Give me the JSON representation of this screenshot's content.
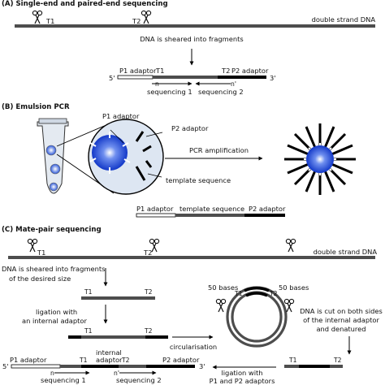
{
  "section_a": {
    "header": "(A) Single-end and paired-end sequencing",
    "t1": "T1",
    "t2": "T2",
    "dsdna": "double strand DNA",
    "sheared": "DNA is sheared into fragments",
    "five_prime": "5'",
    "three_prime": "3'",
    "p1_adaptor": "P1 adaptor",
    "t1b": "T1",
    "t2b": "T2",
    "p2_adaptor": "P2 adaptor",
    "n": "n",
    "n_prime": "n'",
    "seq1": "sequencing 1",
    "seq2": "sequencing 2"
  },
  "section_b": {
    "header": "(B) Emulsion PCR",
    "p1_adaptor": "P1 adaptor",
    "p2_adaptor": "P2 adaptor",
    "pcr": "PCR amplification",
    "template": "template sequence",
    "bar_p1": "P1 adaptor",
    "bar_template": "template sequence",
    "bar_p2": "P2 adaptor"
  },
  "section_c": {
    "header": "(C) Mate-pair sequencing",
    "t1": "T1",
    "t2": "T2",
    "dsdna": "double strand DNA",
    "sheared_1": "DNA is sheared into fragments",
    "sheared_2": "of the desired size",
    "frag_t1": "T1",
    "frag_t2": "T2",
    "ligation_1": "ligation with",
    "ligation_2": "an internal adaptor",
    "lig_t1": "T1",
    "lig_t2": "T2",
    "bases_left": "50 bases",
    "bases_right": "50 bases",
    "circ_t1": "T1",
    "circ_t2": "T2",
    "circularisation": "circularisation",
    "cut_1": "DNA is cut on both sides",
    "cut_2": "of the internal adaptor",
    "cut_3": "and denatured",
    "cut_t1": "T1",
    "cut_t2": "T2",
    "p1_adaptor": "P1 adaptor",
    "internal_1": "internal",
    "internal_2": "adaptor",
    "mp_t1": "T1",
    "mp_t2": "T2",
    "p2_adaptor": "P2 adaptor",
    "five_prime": "5'",
    "three_prime": "3'",
    "n": "n",
    "n_prime": "n'",
    "seq1": "sequencing 1",
    "seq2": "sequencing 2",
    "lig_p_1": "ligation with",
    "lig_p_2": "P1 and P2 adaptors"
  },
  "colors": {
    "dna_gray": "#4d4d4d",
    "adaptor_black": "#000000",
    "bead_blue": "#1f4fd6",
    "bead_fill": "#dde6f2"
  },
  "icons": [
    "scissors-icon",
    "bead-icon",
    "tube-icon"
  ]
}
